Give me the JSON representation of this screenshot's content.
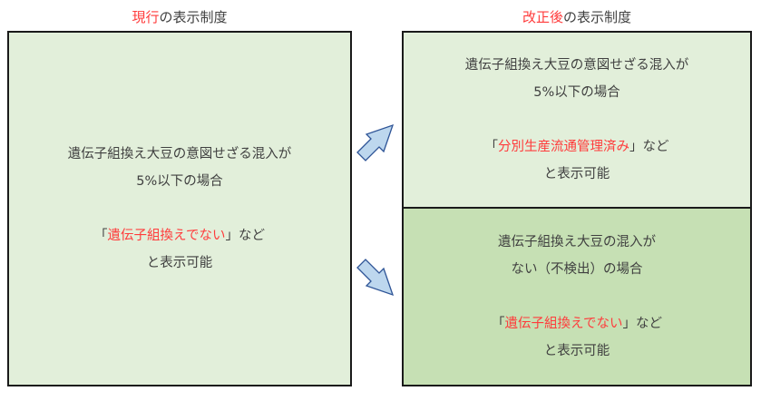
{
  "left": {
    "title_highlight": "現行",
    "title_rest": "の表示制度",
    "line1": "遺伝子組換え大豆の意図せざる混入が",
    "line2": "5%以下の場合",
    "label_open": "「",
    "label": "遺伝子組換えでない",
    "label_close": "」など",
    "line4": "と表示可能"
  },
  "right": {
    "title_highlight": "改正後",
    "title_rest": "の表示制度",
    "top": {
      "line1": "遺伝子組換え大豆の意図せざる混入が",
      "line2": "5%以下の場合",
      "label_open": "「",
      "label": "分別生産流通管理済み",
      "label_close": "」など",
      "line4": "と表示可能"
    },
    "bottom": {
      "line1": "遺伝子組換え大豆の混入が",
      "line2": "ない（不検出）の場合",
      "label_open": "「",
      "label": "遺伝子組換えでない",
      "label_close": "」など",
      "line4": "と表示可能"
    }
  },
  "colors": {
    "light_green": "#e2efda",
    "green": "#c6e0b4",
    "arrow_fill": "#bdd7ee",
    "arrow_stroke": "#2f5597",
    "highlight": "#ff3b3b"
  }
}
